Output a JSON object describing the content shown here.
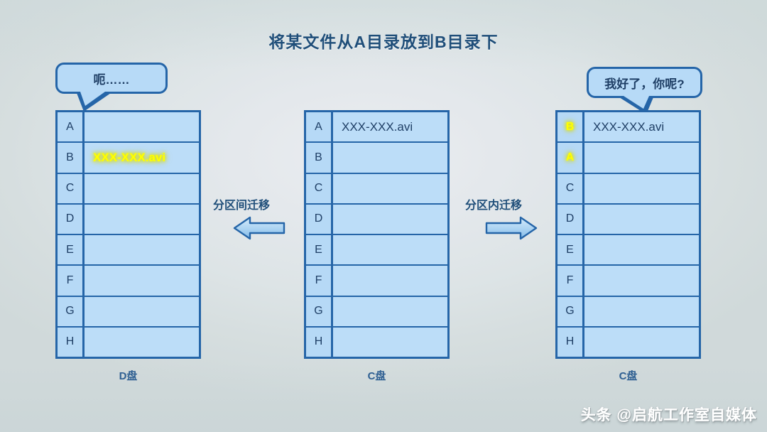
{
  "title": "将某文件从A目录放到B目录下",
  "watermark": "头条 @启航工作室自媒体",
  "colors": {
    "title": "#1f4e79",
    "table_border": "#2565a8",
    "cell_fill": "#bcddf8",
    "highlight_text": "#ffff00",
    "background": "#dde4e6"
  },
  "bubbles": {
    "left": "呃……",
    "right": "我好了，你呢?"
  },
  "arrows": {
    "left": {
      "label": "分区间迁移",
      "direction": "left",
      "icon": "arrow-left-icon"
    },
    "right": {
      "label": "分区内迁移",
      "direction": "right",
      "icon": "arrow-right-icon"
    }
  },
  "tables": [
    {
      "id": "left",
      "drive_label": "D盘",
      "rows": [
        {
          "key": "A",
          "value": "",
          "key_highlighted": false,
          "value_highlighted": false
        },
        {
          "key": "B",
          "value": "XXX-XXX.avi",
          "key_highlighted": false,
          "value_highlighted": true
        },
        {
          "key": "C",
          "value": "",
          "key_highlighted": false,
          "value_highlighted": false
        },
        {
          "key": "D",
          "value": "",
          "key_highlighted": false,
          "value_highlighted": false
        },
        {
          "key": "E",
          "value": "",
          "key_highlighted": false,
          "value_highlighted": false
        },
        {
          "key": "F",
          "value": "",
          "key_highlighted": false,
          "value_highlighted": false
        },
        {
          "key": "G",
          "value": "",
          "key_highlighted": false,
          "value_highlighted": false
        },
        {
          "key": "H",
          "value": "",
          "key_highlighted": false,
          "value_highlighted": false
        }
      ]
    },
    {
      "id": "mid",
      "drive_label": "C盘",
      "rows": [
        {
          "key": "A",
          "value": "XXX-XXX.avi",
          "key_highlighted": false,
          "value_highlighted": false
        },
        {
          "key": "B",
          "value": "",
          "key_highlighted": false,
          "value_highlighted": false
        },
        {
          "key": "C",
          "value": "",
          "key_highlighted": false,
          "value_highlighted": false
        },
        {
          "key": "D",
          "value": "",
          "key_highlighted": false,
          "value_highlighted": false
        },
        {
          "key": "E",
          "value": "",
          "key_highlighted": false,
          "value_highlighted": false
        },
        {
          "key": "F",
          "value": "",
          "key_highlighted": false,
          "value_highlighted": false
        },
        {
          "key": "G",
          "value": "",
          "key_highlighted": false,
          "value_highlighted": false
        },
        {
          "key": "H",
          "value": "",
          "key_highlighted": false,
          "value_highlighted": false
        }
      ]
    },
    {
      "id": "right",
      "drive_label": "C盘",
      "rows": [
        {
          "key": "B",
          "value": "XXX-XXX.avi",
          "key_highlighted": true,
          "value_highlighted": false
        },
        {
          "key": "A",
          "value": "",
          "key_highlighted": true,
          "value_highlighted": false
        },
        {
          "key": "C",
          "value": "",
          "key_highlighted": false,
          "value_highlighted": false
        },
        {
          "key": "D",
          "value": "",
          "key_highlighted": false,
          "value_highlighted": false
        },
        {
          "key": "E",
          "value": "",
          "key_highlighted": false,
          "value_highlighted": false
        },
        {
          "key": "F",
          "value": "",
          "key_highlighted": false,
          "value_highlighted": false
        },
        {
          "key": "G",
          "value": "",
          "key_highlighted": false,
          "value_highlighted": false
        },
        {
          "key": "H",
          "value": "",
          "key_highlighted": false,
          "value_highlighted": false
        }
      ]
    }
  ]
}
